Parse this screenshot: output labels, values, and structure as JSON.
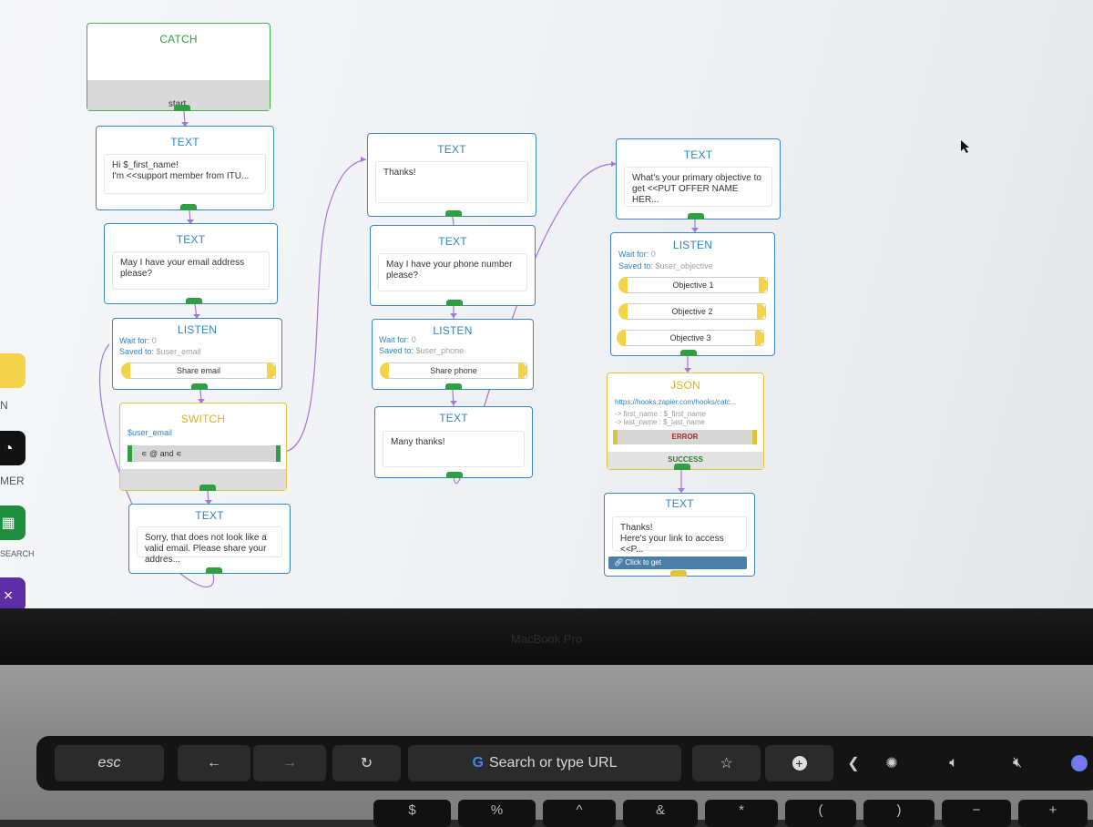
{
  "sidebar": {
    "labels": [
      "N",
      "MER",
      "SEARCH"
    ]
  },
  "flow": {
    "catch": {
      "title": "CATCH",
      "footer": "start."
    },
    "text1": {
      "title": "TEXT",
      "message": "Hi $_first_name!\nI'm <<support member from ITU..."
    },
    "text2": {
      "title": "TEXT",
      "message": "May I have your email address please?"
    },
    "listen1": {
      "title": "LISTEN",
      "wait_label": "Wait for:",
      "wait_value": "0",
      "saved_label": "Saved to:",
      "saved_value": "$user_email",
      "option": "Share email"
    },
    "switch": {
      "title": "SWITCH",
      "variable": "$user_email",
      "condition": "∊ @ and ∊"
    },
    "text3": {
      "title": "TEXT",
      "message": "Sorry, that does not look like a valid email. Please share your addres..."
    },
    "text4": {
      "title": "TEXT",
      "message": "Thanks!"
    },
    "text5": {
      "title": "TEXT",
      "message": "May I have your phone number please?"
    },
    "listen2": {
      "title": "LISTEN",
      "wait_label": "Wait for:",
      "wait_value": "0",
      "saved_label": "Saved to:",
      "saved_value": "$user_phone",
      "option": "Share phone"
    },
    "text6": {
      "title": "TEXT",
      "message": "Many thanks!"
    },
    "text7": {
      "title": "TEXT",
      "message": "What's your primary objective to get <<PUT OFFER NAME HER..."
    },
    "listen3": {
      "title": "LISTEN",
      "wait_label": "Wait for:",
      "wait_value": "0",
      "saved_label": "Saved to:",
      "saved_value": "$user_objective",
      "options": [
        "Objective 1",
        "Objective 2",
        "Objective 3"
      ]
    },
    "json": {
      "title": "JSON",
      "url": "https://hooks.zapier.com/hooks/catc...",
      "map1": "-> first_name : $_first_name",
      "map2": "-> last_name : $_last_name",
      "error": "ERROR",
      "success": "SUCCESS"
    },
    "text8": {
      "title": "TEXT",
      "message": "Thanks!\nHere's your link to access <<P...",
      "button": "Click to get"
    }
  },
  "laptop": {
    "bezel_label": "MacBook Pro"
  },
  "touchbar": {
    "esc": "esc",
    "back": "←",
    "forward": "→",
    "reload": "↻",
    "search": "Search or type URL",
    "bookmark": "☆",
    "add": "+"
  },
  "keys": [
    "$",
    "%",
    "^",
    "&",
    "*",
    "(",
    ")",
    "−",
    "+"
  ],
  "colors": {
    "accent_blue": "#2e86c1",
    "accent_green": "#2ea043",
    "accent_yellow": "#e2c23a",
    "connector": "#a675d8"
  }
}
